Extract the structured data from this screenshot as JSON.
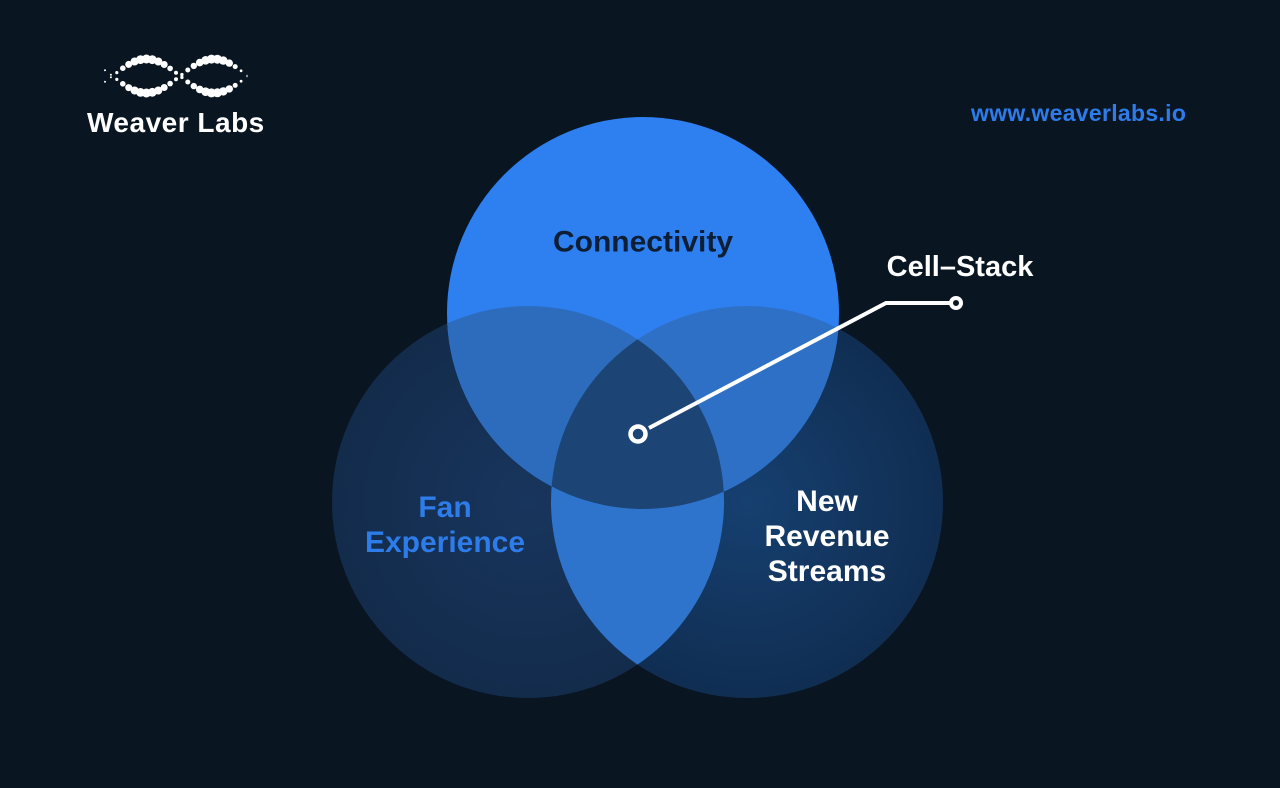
{
  "header": {
    "logo_icon": "dotted-wave-logo",
    "brand": "Weaver Labs",
    "website_url": "www.weaverlabs.io"
  },
  "diagram": {
    "type": "venn",
    "sets": [
      {
        "id": "connectivity",
        "label": "Connectivity"
      },
      {
        "id": "fan-experience",
        "label": "Fan Experience"
      },
      {
        "id": "new-revenue-streams",
        "label": "New Revenue Streams"
      }
    ],
    "intersection": {
      "label": "Cell–Stack"
    },
    "colors": {
      "background": "#0a1522",
      "top-circle": "#2e80f1",
      "left-circle-center": "#18355d",
      "left-circle-edge": "#122a48",
      "right-circle-center": "#164070",
      "right-circle-edge": "#0f2a4c",
      "overlap-top-left": "#2d6cbd",
      "overlap-top-right": "#2e70c6",
      "overlap-bottom": "#2f74cc",
      "overlap-center": "#1c4475",
      "callout-line": "#ffffff",
      "brand-text": "#ffffff",
      "accent-blue": "#2e7ce9",
      "top-label-text": "#0e1e35",
      "light-label-text": "#ffffff"
    }
  }
}
